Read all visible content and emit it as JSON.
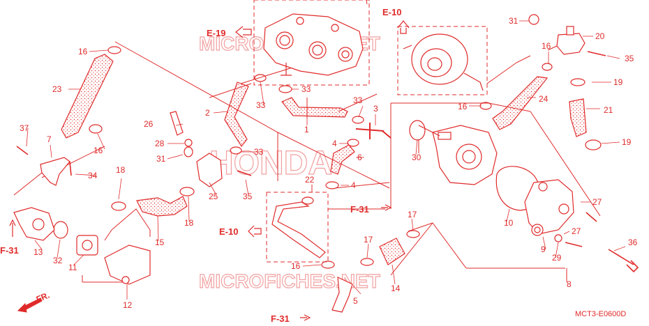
{
  "diagram": {
    "color": "#e02a2a",
    "watermark_color": "#f2a0a0",
    "watermarks": [
      "MICROFICHES.NET",
      "HONDA",
      "MICROFICHES.NET"
    ],
    "drawing_code": "MCT3-E0600D",
    "front_marker": "FR.",
    "section_refs": [
      "E-19",
      "E-10",
      "E-10",
      "F-31",
      "F-31",
      "F-31"
    ],
    "callouts": [
      "1",
      "2",
      "3",
      "4",
      "4",
      "5",
      "6",
      "7",
      "8",
      "9",
      "10",
      "11",
      "12",
      "13",
      "14",
      "15",
      "16",
      "16",
      "16",
      "16",
      "16",
      "17",
      "17",
      "18",
      "18",
      "19",
      "19",
      "20",
      "21",
      "22",
      "23",
      "24",
      "25",
      "26",
      "27",
      "27",
      "28",
      "29",
      "30",
      "31",
      "31",
      "32",
      "33",
      "33",
      "33",
      "33",
      "34",
      "35",
      "35",
      "36",
      "37"
    ]
  }
}
